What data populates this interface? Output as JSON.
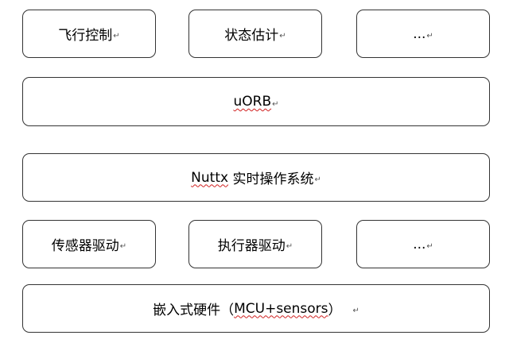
{
  "diagram": {
    "app_layer": {
      "flight_control": "飞行控制",
      "state_estimation": "状态估计",
      "more": "..."
    },
    "middleware": {
      "uorb": "uORB"
    },
    "os": {
      "name": "Nuttx",
      "suffix": " 实时操作系统"
    },
    "driver_layer": {
      "sensor_driver": "传感器驱动",
      "actuator_driver": "执行器驱动",
      "more": "..."
    },
    "hardware": {
      "prefix": "嵌入式硬件（",
      "mcu": "MCU+sensors",
      "suffix": "）"
    },
    "paragraph_mark": "↵"
  }
}
